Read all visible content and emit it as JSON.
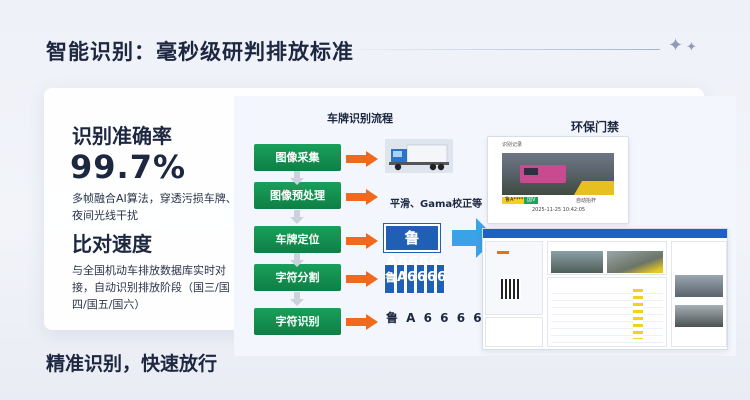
{
  "header": {
    "title": "智能识别：毫秒级研判排放标准"
  },
  "left": {
    "accuracy_heading": "识别准确率",
    "accuracy_value": "99.7%",
    "accuracy_desc": "多帧融合AI算法，穿透污损车牌、夜间光线干扰",
    "speed_heading": "比对速度",
    "speed_desc": "与全国机动车排放数据库实时对接，自动识别排放阶段（国三/国四/国五/国六）"
  },
  "footer": {
    "slogan": "精准识别，快速放行"
  },
  "flow": {
    "title": "车牌识别流程",
    "steps": [
      "图像采集",
      "图像预处理",
      "车牌定位",
      "字符分割",
      "字符识别"
    ],
    "preprocess_note": "平滑、Gama校正等",
    "plate_text": "鲁A6666",
    "plate_chars": [
      "鲁",
      "A",
      "6",
      "6",
      "6",
      "6"
    ],
    "result_text": "鲁 A 6 6 6 6"
  },
  "gate": {
    "title": "环保门禁",
    "card_label": "识别记录",
    "plate_badge": "鲁A****",
    "badge_label": "国V",
    "time": "2025-11-25 10:42:05",
    "status": "自动抬杆"
  },
  "colors": {
    "green": "#15914f",
    "orange": "#ef6a1f",
    "plate_blue": "#1f5fb4",
    "arrow_blue": "#3aa3e6"
  },
  "icons": [
    "sparkle-icon",
    "truck-icon",
    "down-arrow-icon",
    "right-arrow-icon",
    "large-right-arrow-icon"
  ]
}
